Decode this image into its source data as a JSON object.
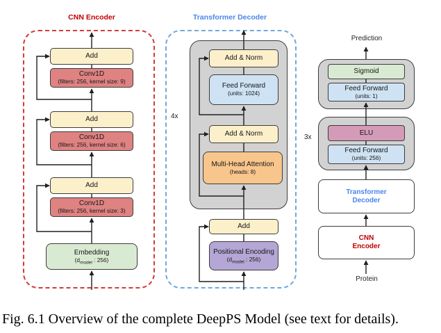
{
  "caption": "Fig. 6.1 Overview of the complete DeepPS Model (see text for details).",
  "colors": {
    "add_yellow": "#FCF0CB",
    "conv_red": "#DF8282",
    "embedding_green": "#D9EAD3",
    "feed_forward_blue": "#CFE2F3",
    "attention_orange": "#F8C58C",
    "positional_purple": "#B4A7D6",
    "elu_pink": "#D49BB8",
    "sigmoid_green": "#D9EAD3",
    "container_gray": "#D2D2D2",
    "cnn_red_accent": "#C00000",
    "decoder_blue_accent": "#4A86E8",
    "dashed_red_border": "#D23B3B",
    "dashed_blue_border": "#6FA8DC",
    "line_black": "#1F1F1F"
  },
  "cnn_encoder": {
    "title": "CNN Encoder",
    "blocks": [
      {
        "add_label": "Add",
        "conv_name": "Conv1D",
        "conv_params": "(filters: 256, kernel size: 9)"
      },
      {
        "add_label": "Add",
        "conv_name": "Conv1D",
        "conv_params": "(filters: 256, kernel size: 6)"
      },
      {
        "add_label": "Add",
        "conv_name": "Conv1D",
        "conv_params": "(filters: 256, kernel size: 3)"
      }
    ],
    "embedding": {
      "name": "Embedding",
      "param_prefix": "(d",
      "param_sub": "model",
      "param_suffix": " : 256)"
    }
  },
  "transformer_decoder": {
    "title": "Transformer Decoder",
    "repeat_label": "4x",
    "add_norm_top": "Add & Norm",
    "feed_forward": {
      "name": "Feed Forward",
      "params": "(units: 1024)"
    },
    "add_norm_bottom": "Add & Norm",
    "attention": {
      "name": "Multi-Head Attention",
      "params": "(heads: 8)"
    },
    "add_label": "Add",
    "positional_encoding": {
      "name": "Positional Encoding",
      "param_prefix": "(d",
      "param_sub": "model",
      "param_suffix": " : 256)"
    }
  },
  "pipeline": {
    "prediction_label": "Prediction",
    "output_block": {
      "activation": "Sigmoid",
      "ff_name": "Feed Forward",
      "ff_params": "(units: 1)"
    },
    "repeat_label": "3x",
    "dense_block": {
      "activation": "ELU",
      "ff_name": "Feed Forward",
      "ff_params": "(units: 256)"
    },
    "decoder_ref": {
      "line1": "Transformer",
      "line2": "Decoder"
    },
    "encoder_ref": {
      "line1": "CNN",
      "line2": "Encoder"
    },
    "input_label": "Protein"
  }
}
